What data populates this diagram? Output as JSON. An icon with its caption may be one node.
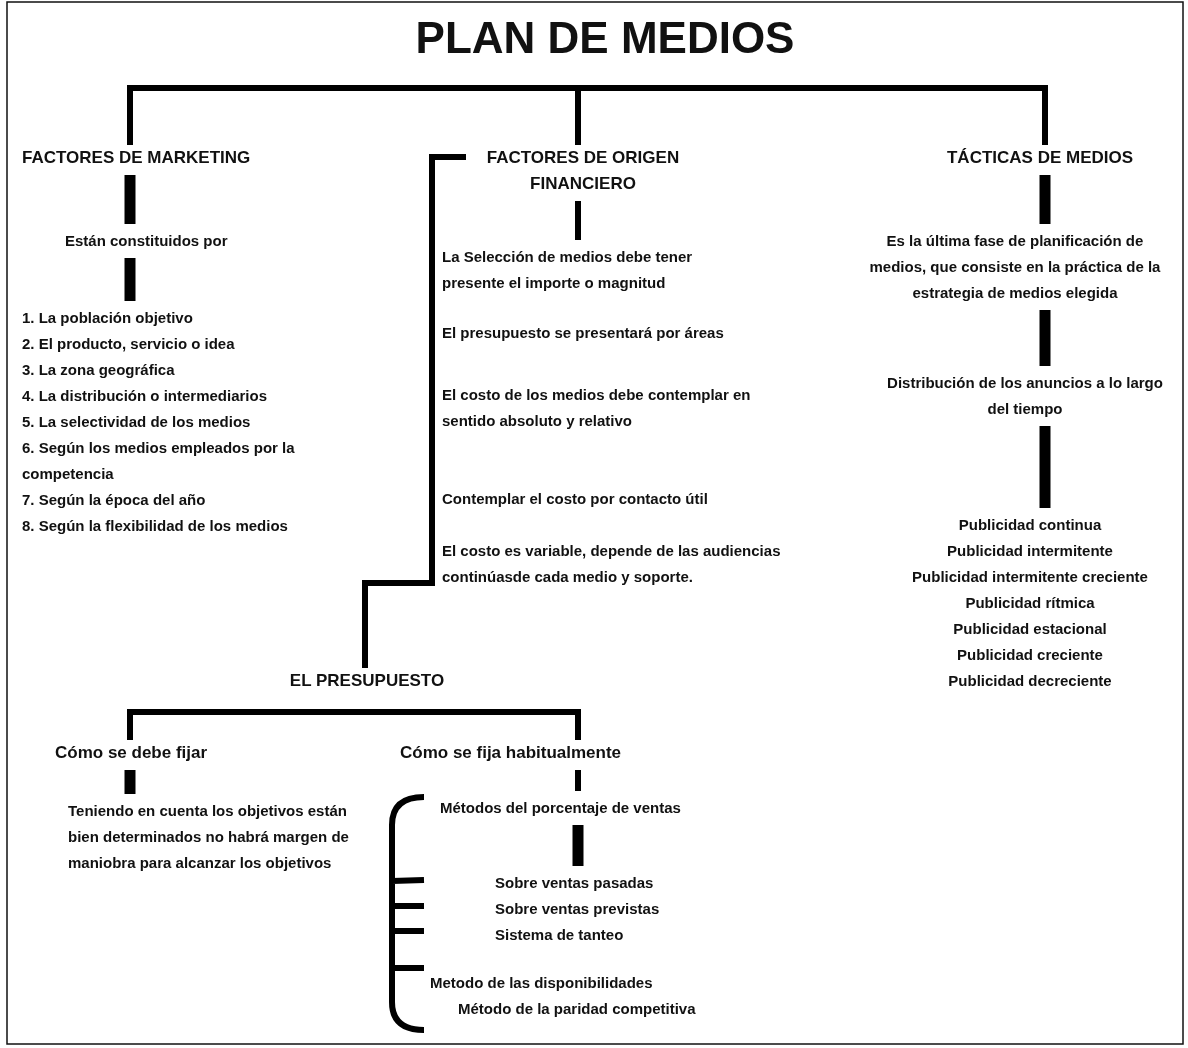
{
  "diagram": {
    "nodes": [
      {
        "text": [
          "PLAN DE MEDIOS"
        ]
      },
      {
        "text": [
          "FACTORES DE MARKETING"
        ]
      },
      {
        "text": [
          "Están constituidos por"
        ]
      },
      {
        "text": [
          "1. La población objetivo",
          "2. El producto, servicio o idea",
          "3. La zona geográfica",
          "4. La distribución o intermediarios",
          "5. La selectividad de los medios",
          "6. Según los medios empleados por la competencia",
          "7. Según la época del año",
          "8. Según la flexibilidad de los medios"
        ]
      },
      {
        "text": [
          "FACTORES DE ORIGEN FINANCIERO"
        ]
      },
      {
        "text": [
          "La Selección de medios debe tener presente el importe o magnitud"
        ]
      },
      {
        "text": [
          "El presupuesto se presentará por áreas"
        ]
      },
      {
        "text": [
          "El costo de los medios debe contemplar en sentido absoluto y relativo"
        ]
      },
      {
        "text": [
          "Contemplar el costo por contacto útil"
        ]
      },
      {
        "text": [
          "El costo es variable, depende de las audiencias continúasde cada medio y soporte."
        ]
      },
      {
        "text": [
          "TÁCTICAS DE MEDIOS"
        ]
      },
      {
        "text": [
          "Es la última fase de planificación de medios, que consiste en la práctica de la estrategia de medios elegida"
        ]
      },
      {
        "text": [
          "Distribución de los anuncios a lo largo del tiempo"
        ]
      },
      {
        "text": [
          "Publicidad continua",
          "Publicidad intermitente",
          "Publicidad intermitente creciente",
          "Publicidad rítmica",
          "Publicidad estacional",
          "Publicidad creciente",
          "Publicidad decreciente"
        ]
      },
      {
        "text": [
          "EL PRESUPUESTO"
        ]
      },
      {
        "text": [
          "Cómo se debe fijar"
        ]
      },
      {
        "text": [
          "Teniendo en cuenta los objetivos están bien determinados no habrá margen de maniobra para alcanzar los objetivos"
        ]
      },
      {
        "text": [
          "Cómo se fija habitualmente"
        ]
      },
      {
        "text": [
          "Métodos del porcentaje de ventas"
        ]
      },
      {
        "text": [
          "Sobre ventas pasadas"
        ]
      },
      {
        "text": [
          "Sobre ventas previstas"
        ]
      },
      {
        "text": [
          "Sistema de tanteo"
        ]
      },
      {
        "text": [
          "Metodo de las disponibilidades"
        ]
      },
      {
        "text": [
          "Método de la paridad competitiva"
        ]
      }
    ],
    "edges": [
      {
        "from": 0,
        "to": 1,
        "arrow": "none"
      },
      {
        "from": 0,
        "to": 4,
        "arrow": "none"
      },
      {
        "from": 0,
        "to": 10,
        "arrow": "none"
      },
      {
        "from": 1,
        "to": 2,
        "arrow": "none",
        "style": "thick"
      },
      {
        "from": 2,
        "to": 3,
        "arrow": "none",
        "style": "thick"
      },
      {
        "from": 4,
        "to": 5,
        "arrow": "none"
      },
      {
        "from": 4,
        "to": 14,
        "arrow": "none"
      },
      {
        "from": 10,
        "to": 11,
        "arrow": "none",
        "style": "thick"
      },
      {
        "from": 11,
        "to": 12,
        "arrow": "none",
        "style": "thick"
      },
      {
        "from": 12,
        "to": 13,
        "arrow": "none",
        "style": "thick"
      },
      {
        "from": 14,
        "to": 15,
        "arrow": "none"
      },
      {
        "from": 14,
        "to": 17,
        "arrow": "none"
      },
      {
        "from": 15,
        "to": 16,
        "arrow": "none",
        "style": "thick"
      },
      {
        "from": 17,
        "to": 18,
        "arrow": "none"
      },
      {
        "from": 18,
        "to": 19,
        "arrow": "none",
        "style": "thick"
      }
    ]
  }
}
